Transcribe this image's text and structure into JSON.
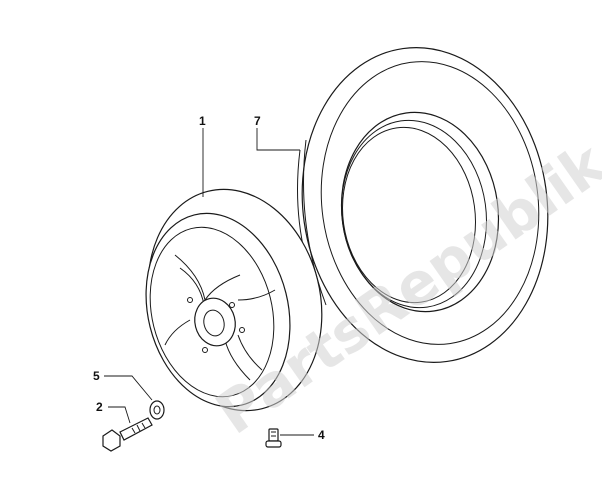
{
  "watermark": {
    "text": "PartsRepublik",
    "color": "#d2d2d2"
  },
  "callouts": [
    {
      "number": "1",
      "part": "rear-wheel-rim"
    },
    {
      "number": "7",
      "part": "tyre"
    },
    {
      "number": "5",
      "part": "washer"
    },
    {
      "number": "2",
      "part": "wheel-bolt"
    },
    {
      "number": "4",
      "part": "valve"
    }
  ],
  "colors": {
    "line": "#1a1a1a",
    "background": "#ffffff"
  }
}
